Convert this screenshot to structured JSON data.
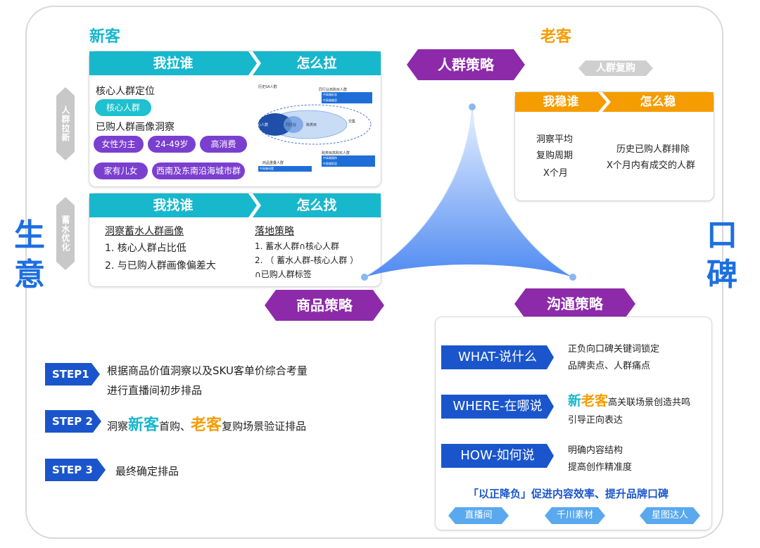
{
  "side": {
    "left": "生意",
    "right": "口碑"
  },
  "new_customer": {
    "title": "新客",
    "tab_label": "人群拉新",
    "who_header": "我拉谁",
    "how_header": "怎么拉",
    "core_title": "核心人群定位",
    "core_pill": "核心人群",
    "portrait_title": "已购人群画像洞察",
    "tags": [
      "女性为主",
      "24-49岁",
      "高消费",
      "家有儿女",
      "西南及东南沿海城市群"
    ],
    "mini_diagram": {
      "labels": [
        "历史SA人群",
        "同行业高购买人群",
        "跨类目高购买人群",
        "核心人群",
        "同行业",
        "跨类目",
        "交集",
        "商品重叠人群"
      ],
      "boxes": [
        "中高端彩妆",
        "中高端美容",
        "中高端服饰",
        "中高端家居",
        "中高端母婴"
      ]
    }
  },
  "reservoir": {
    "tab_label": "蓄水优化",
    "who_header": "我找谁",
    "how_header": "怎么找",
    "left_title": "洞察蓄水人群画像",
    "left_items": [
      "1. 核心人群占比低",
      "2. 与已购人群画像偏差大"
    ],
    "right_title": "落地策略",
    "right_items": [
      "1. 蓄水人群∩核心人群",
      "2. （ 蓄水人群-核心人群 ）",
      "∩已购人群标签"
    ]
  },
  "old_customer": {
    "title": "老客",
    "tab_label": "人群复购",
    "who_header": "我稳谁",
    "how_header": "怎么稳",
    "left_lines": [
      "洞察平均",
      "复购周期",
      "X个月"
    ],
    "right_lines": [
      "历史已购人群排除",
      "X个月内有成交的人群"
    ]
  },
  "strategies": {
    "crowd": "人群策略",
    "product": "商品策略",
    "communication": "沟通策略"
  },
  "steps": [
    {
      "label": "STEP1",
      "lines": [
        "根据商品价值洞察以及SKU客单价综合考量",
        "进行直播间初步排品"
      ]
    },
    {
      "label": "STEP 2",
      "pre": "洞察",
      "new": "新客",
      "mid": "首购、",
      "old": "老客",
      "post": "复购场景验证排品"
    },
    {
      "label": "STEP 3",
      "lines": [
        "最终确定排品"
      ]
    }
  ],
  "communication": {
    "items": [
      {
        "label": "WHAT-说什么",
        "lines": [
          "正负向口碑关键词锁定",
          "品牌卖点、人群痛点"
        ]
      },
      {
        "label": "WHERE-在哪说",
        "new": "新",
        "old": "老客",
        "rest": "高关联场景创造共鸣",
        "line2": "引导正向表达"
      },
      {
        "label": "HOW-如何说",
        "lines": [
          "明确内容结构",
          "提高创作精准度"
        ]
      }
    ],
    "slogan": "「以正降负」促进内容效率、提升品牌口碑",
    "tags": [
      "直播间",
      "千川素材",
      "星图达人"
    ]
  },
  "colors": {
    "cyan": "#17b7cc",
    "orange": "#f59c00",
    "purple": "#8d2aa9",
    "blue": "#1a55cc",
    "brand_blue": "#1d6fe0"
  }
}
